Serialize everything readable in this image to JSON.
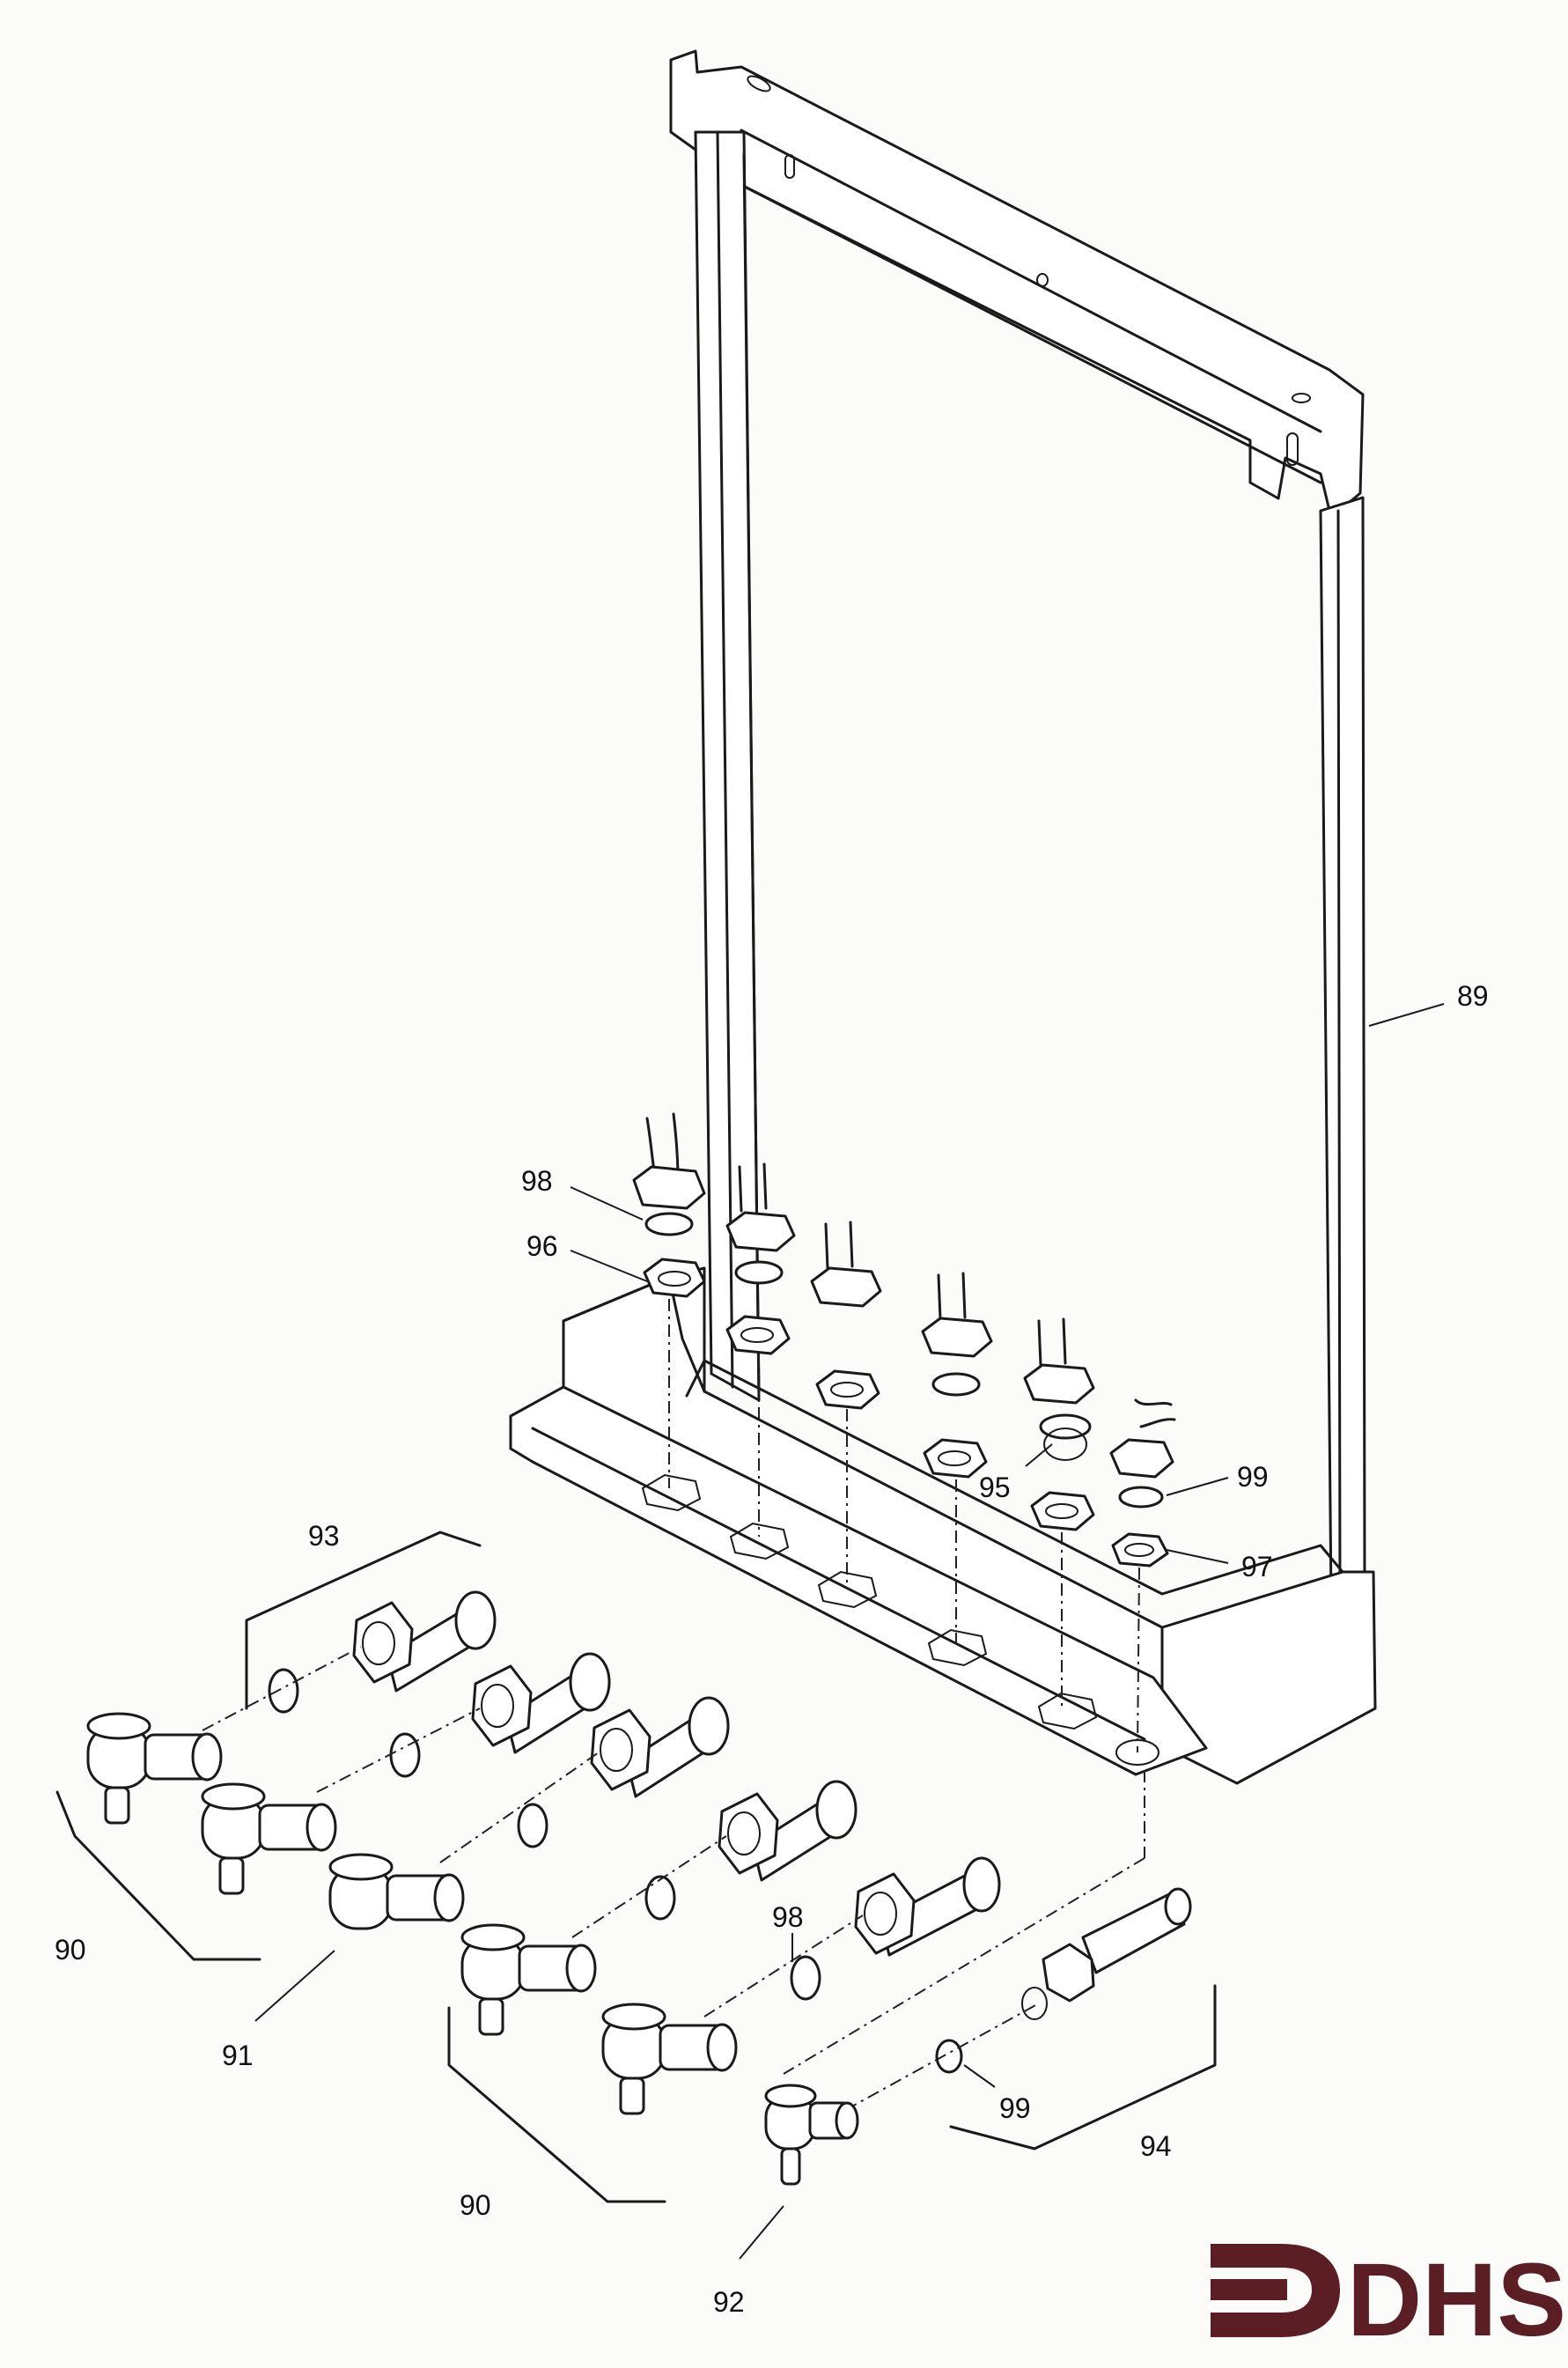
{
  "callouts": {
    "c89": "89",
    "c98a": "98",
    "c96": "96",
    "c95": "95",
    "c99a": "99",
    "c97": "97",
    "c93": "93",
    "c90a": "90",
    "c91": "91",
    "c98b": "98",
    "c99b": "99",
    "c94": "94",
    "c90b": "90",
    "c92": "92"
  },
  "logo": {
    "text": "DHS",
    "color": "#5b1e24"
  }
}
